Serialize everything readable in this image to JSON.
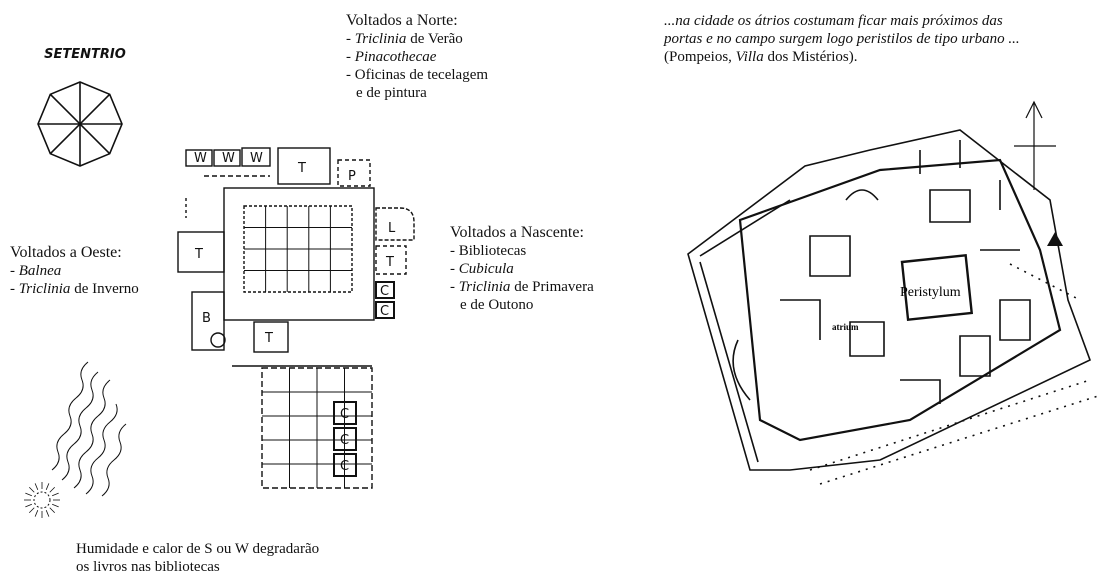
{
  "compass_rose": {
    "label": "SETENTRIO"
  },
  "north_group": {
    "title": "Voltados a Norte:",
    "items": [
      {
        "prefix": "- ",
        "name": "Triclinia",
        "suffix": " de Verão",
        "italic": true
      },
      {
        "prefix": "- ",
        "name": "Pinacothecae",
        "suffix": "",
        "italic": true
      },
      {
        "prefix": "- ",
        "name": "Oficinas de tecelagem",
        "suffix": "",
        "italic": false
      },
      {
        "prefix": "  ",
        "name": "e de pintura",
        "suffix": "",
        "italic": false
      }
    ]
  },
  "west_group": {
    "title": "Voltados a Oeste:",
    "items": [
      {
        "prefix": "- ",
        "name": "Balnea",
        "suffix": "",
        "italic": true
      },
      {
        "prefix": "- ",
        "name": "Triclinia",
        "suffix": " de Inverno",
        "italic": true
      }
    ]
  },
  "east_group": {
    "title": "Voltados a Nascente:",
    "items": [
      {
        "prefix": "- ",
        "name": "Bibliotecas",
        "suffix": "",
        "italic": false
      },
      {
        "prefix": "- ",
        "name": "Cubicula",
        "suffix": "",
        "italic": true
      },
      {
        "prefix": "- ",
        "name": "Triclinia",
        "suffix": " de Primavera",
        "italic": true
      },
      {
        "prefix": "  ",
        "name": "e de Outono",
        "suffix": "",
        "italic": false
      }
    ]
  },
  "humidity_note": {
    "line1": "Humidade e calor de S ou W degradarão",
    "line2": "os livros nas bibliotecas"
  },
  "quote": {
    "line1": "...na cidade os átrios costumam ficar mais próximos das",
    "line2": "portas e no campo surgem logo peristilos de tipo urbano ...",
    "line3_pre": "(Pompeios, ",
    "line3_villa": "Villa",
    "line3_post": " dos Mistérios)."
  },
  "plan_labels": {
    "winter_triclinium": "T",
    "summer_triclinium": "T",
    "south_triclinium": "T",
    "east_triclinium": "T",
    "workshop": "W",
    "pinacotheca": "P",
    "library": "L",
    "bath": "B",
    "cubiculum": "C"
  },
  "villa_labels": {
    "peristylum": "Peristylum",
    "atrium": "atrium"
  }
}
